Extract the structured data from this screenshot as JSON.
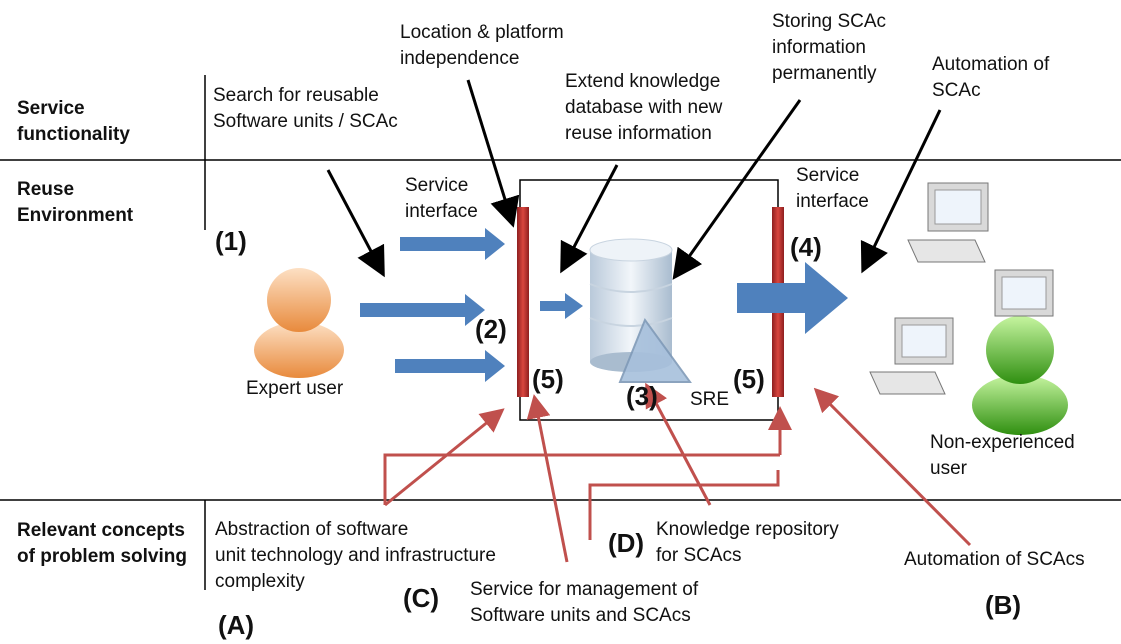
{
  "rows": {
    "service_functionality": "Service\nfunctionality",
    "reuse_environment": "Reuse\nEnvironment",
    "relevant_concepts": "Relevant concepts\nof problem solving"
  },
  "labels": {
    "search_reusable": "Search for reusable\nSoftware units / SCAc",
    "location_platform": "Location & platform\nindependence",
    "extend_knowledge": "Extend knowledge\ndatabase with new\nreuse information",
    "storing_scac": "Storing SCAc\ninformation\npermanently",
    "automation_scac": "Automation of\nSCAc",
    "service_interface_left": "Service\ninterface",
    "service_interface_right": "Service\ninterface",
    "expert_user": "Expert user",
    "non_experienced_user": "Non-experienced\nuser",
    "sre": "SRE",
    "abstraction": "Abstraction of software\nunit technology and infrastructure\ncomplexity",
    "knowledge_repository": "Knowledge repository\nfor SCAcs",
    "service_management": "Service for management of\nSoftware units and SCAcs",
    "automation_scacs": "Automation of SCAcs"
  },
  "markers": {
    "m1": "(1)",
    "m2": "(2)",
    "m3": "(3)",
    "m4": "(4)",
    "m5_left": "(5)",
    "m5_right": "(5)",
    "mA": "(A)",
    "mB": "(B)",
    "mC": "(C)",
    "mD": "(D)"
  },
  "colors": {
    "blue_arrow": "#4f81bd",
    "red_bar": "#c0392b",
    "red_line": "#c0504d",
    "orange_user": "#f4a460",
    "green_user": "#3aa21c"
  }
}
